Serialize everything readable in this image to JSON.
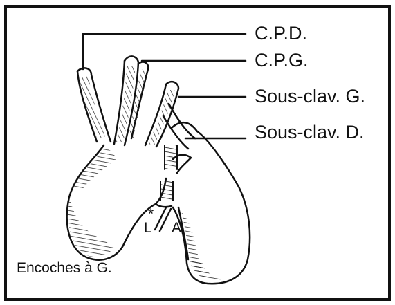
{
  "labels": {
    "cpd": "C.P.D.",
    "cpg": "C.P.G.",
    "sous_clav_g": "Sous-clav. G.",
    "sous_clav_d": "Sous-clav. D.",
    "encoches": "Encoches à G.",
    "asterisk": "*",
    "l": "L",
    "a": "A"
  }
}
